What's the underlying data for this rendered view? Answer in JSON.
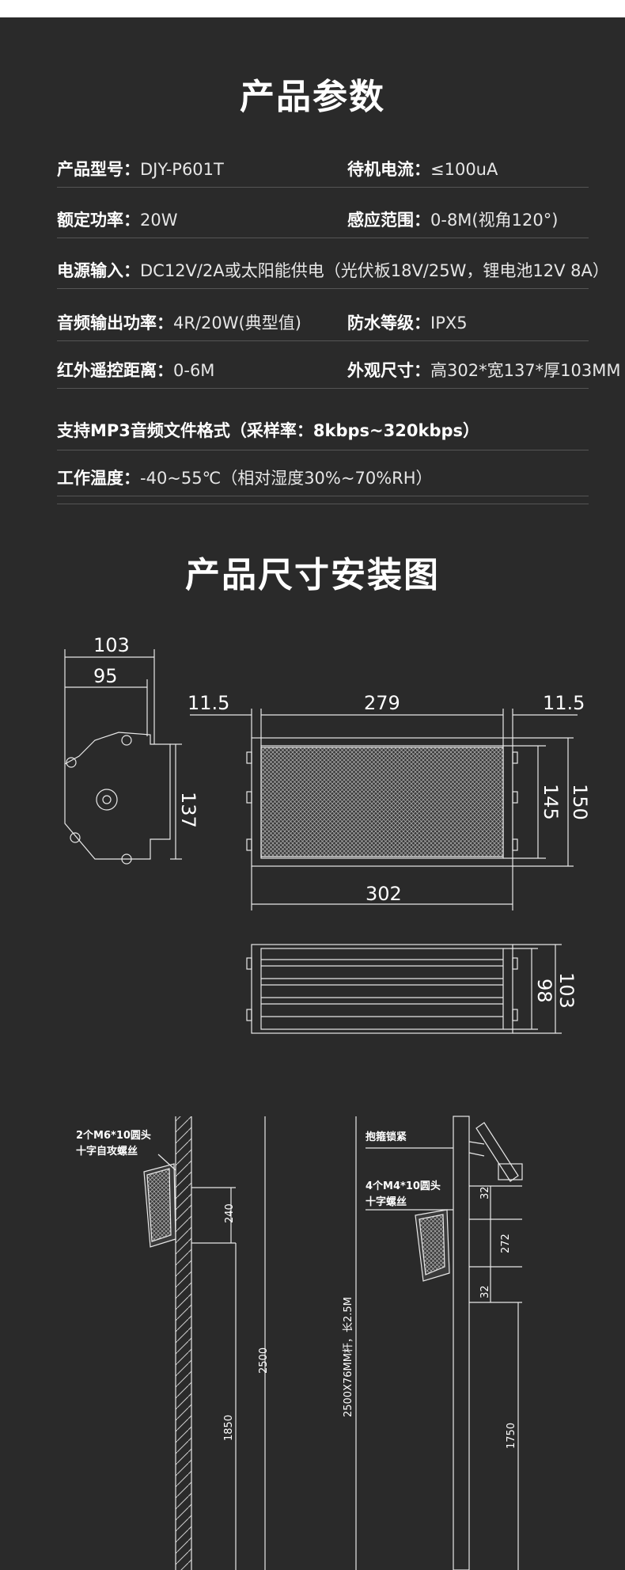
{
  "params_title": "产品参数",
  "specs": [
    {
      "l1": "产品型号：",
      "v1": "DJY-P601T",
      "l2": "待机电流：",
      "v2": "≤100uA"
    },
    {
      "l1": "额定功率：",
      "v1": "20W",
      "l2": "感应范围：",
      "v2": "0-8M(视角120°)"
    },
    {
      "l1": "电源输入：",
      "v1": "DC12V/2A或太阳能供电（光伏板18V/25W，锂电池12V 8A）"
    },
    {
      "l1": "音频输出功率：",
      "v1": "4R/20W(典型值)",
      "l2": "防水等级：",
      "v2": "IPX5"
    },
    {
      "l1": "红外遥控距离：",
      "v1": "0-6M",
      "l2": "外观尺寸：",
      "v2": "高302*宽137*厚103MM"
    },
    {
      "l1": "支持MP3音频文件格式（采样率：8kbps~320kbps）"
    },
    {
      "l1": "工作温度：",
      "v1": "-40~55℃（相对湿度30%~70%RH）"
    }
  ],
  "install_title": "产品尺寸安装图",
  "dims": {
    "d103": "103",
    "d95": "95",
    "d137": "137",
    "d11a": "11.5",
    "d279": "279",
    "d11b": "11.5",
    "d145": "145",
    "d150": "150",
    "d302": "302",
    "d98": "98",
    "d103b": "103"
  },
  "install": {
    "screw1a": "2个M6*10圆头",
    "screw1b": "十字自攻螺丝",
    "m240": "240",
    "m2500": "2500",
    "m1850": "1850",
    "hoop": "抱箍锁紧",
    "screw2a": "4个M4*10圆头",
    "screw2b": "十字螺丝",
    "m32a": "32",
    "m272": "272",
    "m32b": "32",
    "pole": "2500X76MM杆，长2.5M",
    "m1750": "1750"
  }
}
